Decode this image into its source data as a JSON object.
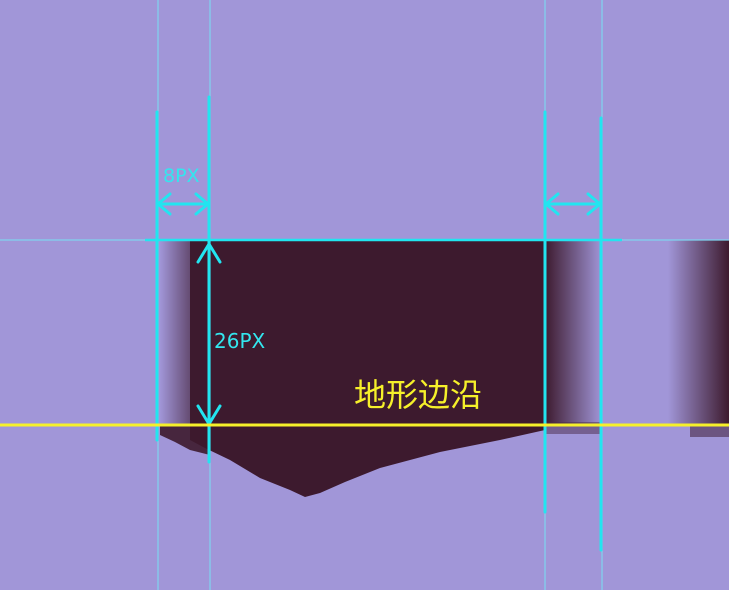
{
  "annotations": {
    "margin_label": "8PX",
    "height_label": "26PX",
    "terrain_edge_label": "地形边沿"
  },
  "colors": {
    "background": "#a196d8",
    "terrain": "#3d1a2e",
    "guide_cyan": "#22e5f0",
    "guide_thin": "#7fd4ef",
    "edge_yellow": "#f6f02a"
  }
}
